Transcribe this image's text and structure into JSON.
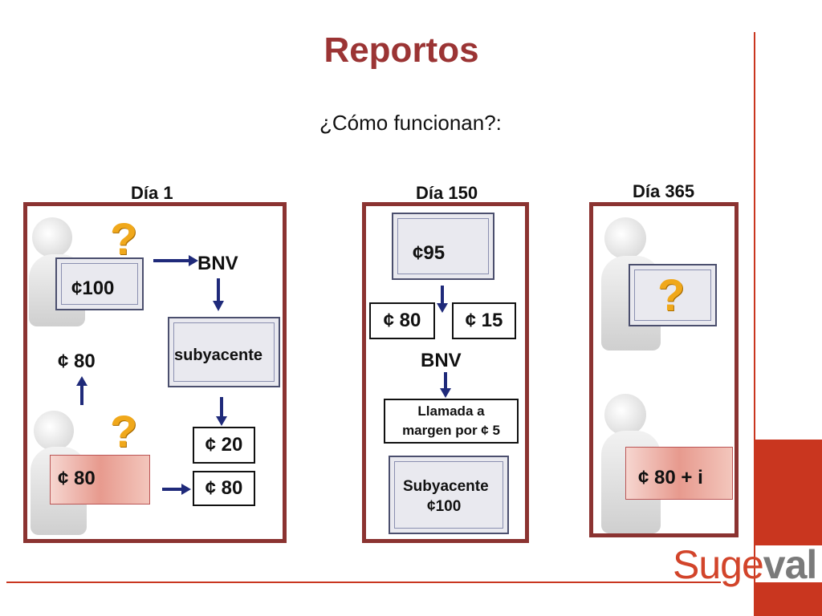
{
  "title": "Reportos",
  "subtitle": "¿Cómo funcionan?:",
  "logo": {
    "part1": "Suge",
    "part2": "val"
  },
  "days": {
    "d1": "Día 1",
    "d150": "Día 150",
    "d365": "Día 365"
  },
  "panel1": {
    "question": "?",
    "cert_value": "¢100",
    "bnv": "BNV",
    "subyacente": "subyacente",
    "amount_left": "¢ 80",
    "note_value": "¢ 80",
    "box_20": "¢ 20",
    "box_80": "¢ 80"
  },
  "panel2": {
    "cert_value": "¢95",
    "box_80": "¢ 80",
    "box_15": "¢ 15",
    "bnv": "BNV",
    "margin_call_line1": "Llamada a",
    "margin_call_line2": "margen por ¢ 5",
    "subyacente": "Subyacente",
    "sub_value": "¢100"
  },
  "panel3": {
    "question": "?",
    "note_value": "¢ 80 + i"
  }
}
